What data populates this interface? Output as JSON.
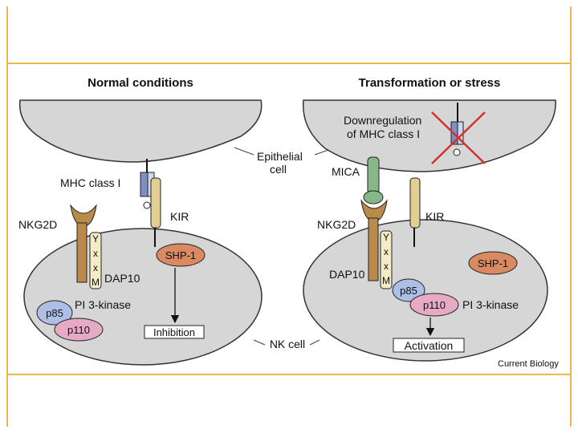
{
  "panels": {
    "left": {
      "title": "Normal conditions",
      "labels": {
        "mhc": "MHC class I",
        "nkg2d": "NKG2D",
        "kir": "KIR",
        "shp1": "SHP-1",
        "dap10": "DAP10",
        "pi3k": "PI 3-kinase",
        "p85": "p85",
        "p110": "p110",
        "outcome": "Inhibition",
        "motif": [
          "Y",
          "x",
          "x",
          "M"
        ]
      }
    },
    "right": {
      "title": "Transformation or stress",
      "labels": {
        "downreg_line1": "Downregulation",
        "downreg_line2": "of MHC class I",
        "mica": "MICA",
        "nkg2d": "NKG2D",
        "kir": "KIR",
        "shp1": "SHP-1",
        "dap10": "DAP10",
        "pi3k": "PI 3-kinase",
        "p85": "p85",
        "p110": "p110",
        "outcome": "Activation",
        "motif": [
          "Y",
          "x",
          "x",
          "M"
        ]
      }
    }
  },
  "shared": {
    "epithelial_line1": "Epithelial",
    "epithelial_line2": "cell",
    "nk_cell": "NK cell",
    "credit": "Current Biology"
  },
  "colors": {
    "cell_fill": "#d6d6d6",
    "frame": "#e8b84a",
    "nkg2d": "#b98a4a",
    "kir": "#e3cf94",
    "shp1": "#d98a63",
    "p85": "#aebfe6",
    "p110": "#e6a9c6",
    "mica": "#86b888",
    "mhc_blue": "#7f8fc2",
    "cross": "#d2322e"
  }
}
